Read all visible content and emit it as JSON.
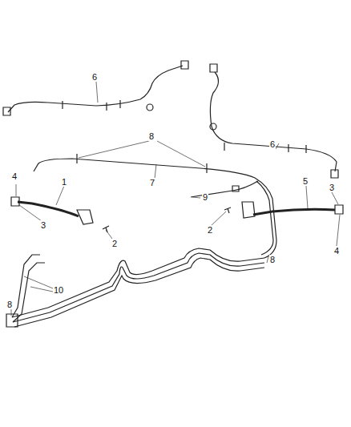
{
  "diagram": {
    "labels": [
      "6",
      "6",
      "8",
      "4",
      "1",
      "7",
      "9",
      "5",
      "3",
      "3",
      "2",
      "2",
      "4",
      "8",
      "10",
      "8"
    ]
  }
}
